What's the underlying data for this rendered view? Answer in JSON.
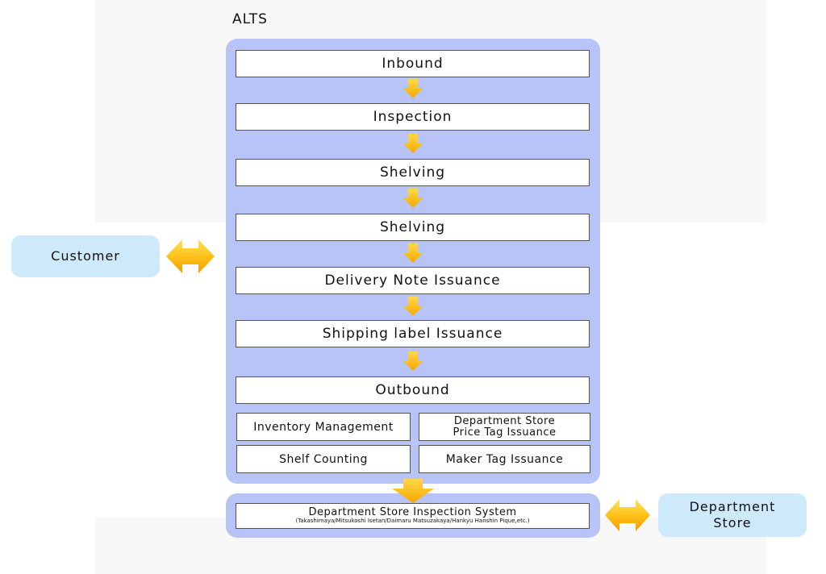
{
  "title": "ALTS",
  "steps": [
    "Inbound",
    "Inspection",
    "Shelving",
    "Shelving",
    "Delivery Note Issuance",
    "Shipping label Issuance",
    "Outbound"
  ],
  "modules": {
    "inventory": "Inventory Management",
    "price_tag_line1": "Department Store",
    "price_tag_line2": "Price Tag Issuance",
    "shelf_counting": "Shelf Counting",
    "maker_tag": "Maker Tag Issuance"
  },
  "inspection_system": {
    "title": "Department Store Inspection System",
    "subtitle": "(Takashimaya/Mitsukoshi Isetan/Daimaru Matsuzakaya/Hankyu Hanshin Pique,etc.)"
  },
  "customer": "Customer",
  "department_store_line1": "Department",
  "department_store_line2": "Store",
  "colors": {
    "panel": "#b8c4f7",
    "external_box": "#cde9fa",
    "arrow_top": "#ffd84a",
    "arrow_bottom": "#f6a800"
  }
}
